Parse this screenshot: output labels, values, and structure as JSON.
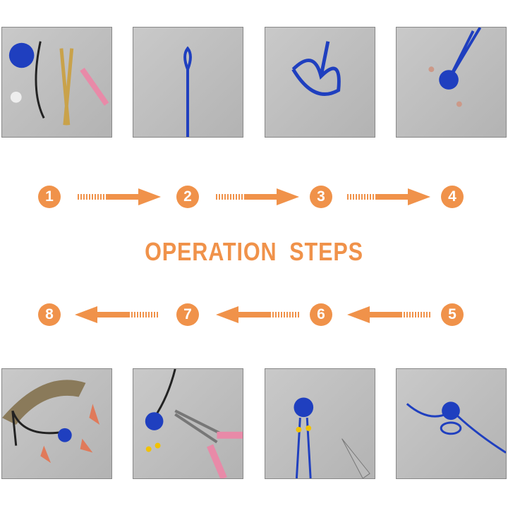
{
  "title": "OPERATION STEPS",
  "accent_color": "#f0924a",
  "steps": [
    {
      "number": "1",
      "image": "materials-scissors-pliers-cord"
    },
    {
      "number": "2",
      "image": "cord-loop"
    },
    {
      "number": "3",
      "image": "knot-loops"
    },
    {
      "number": "4",
      "image": "knot-tightening"
    },
    {
      "number": "5",
      "image": "finished-knot"
    },
    {
      "number": "6",
      "image": "knot-with-beads-trim"
    },
    {
      "number": "7",
      "image": "attach-to-cord"
    },
    {
      "number": "8",
      "image": "finished-necklace"
    }
  ]
}
